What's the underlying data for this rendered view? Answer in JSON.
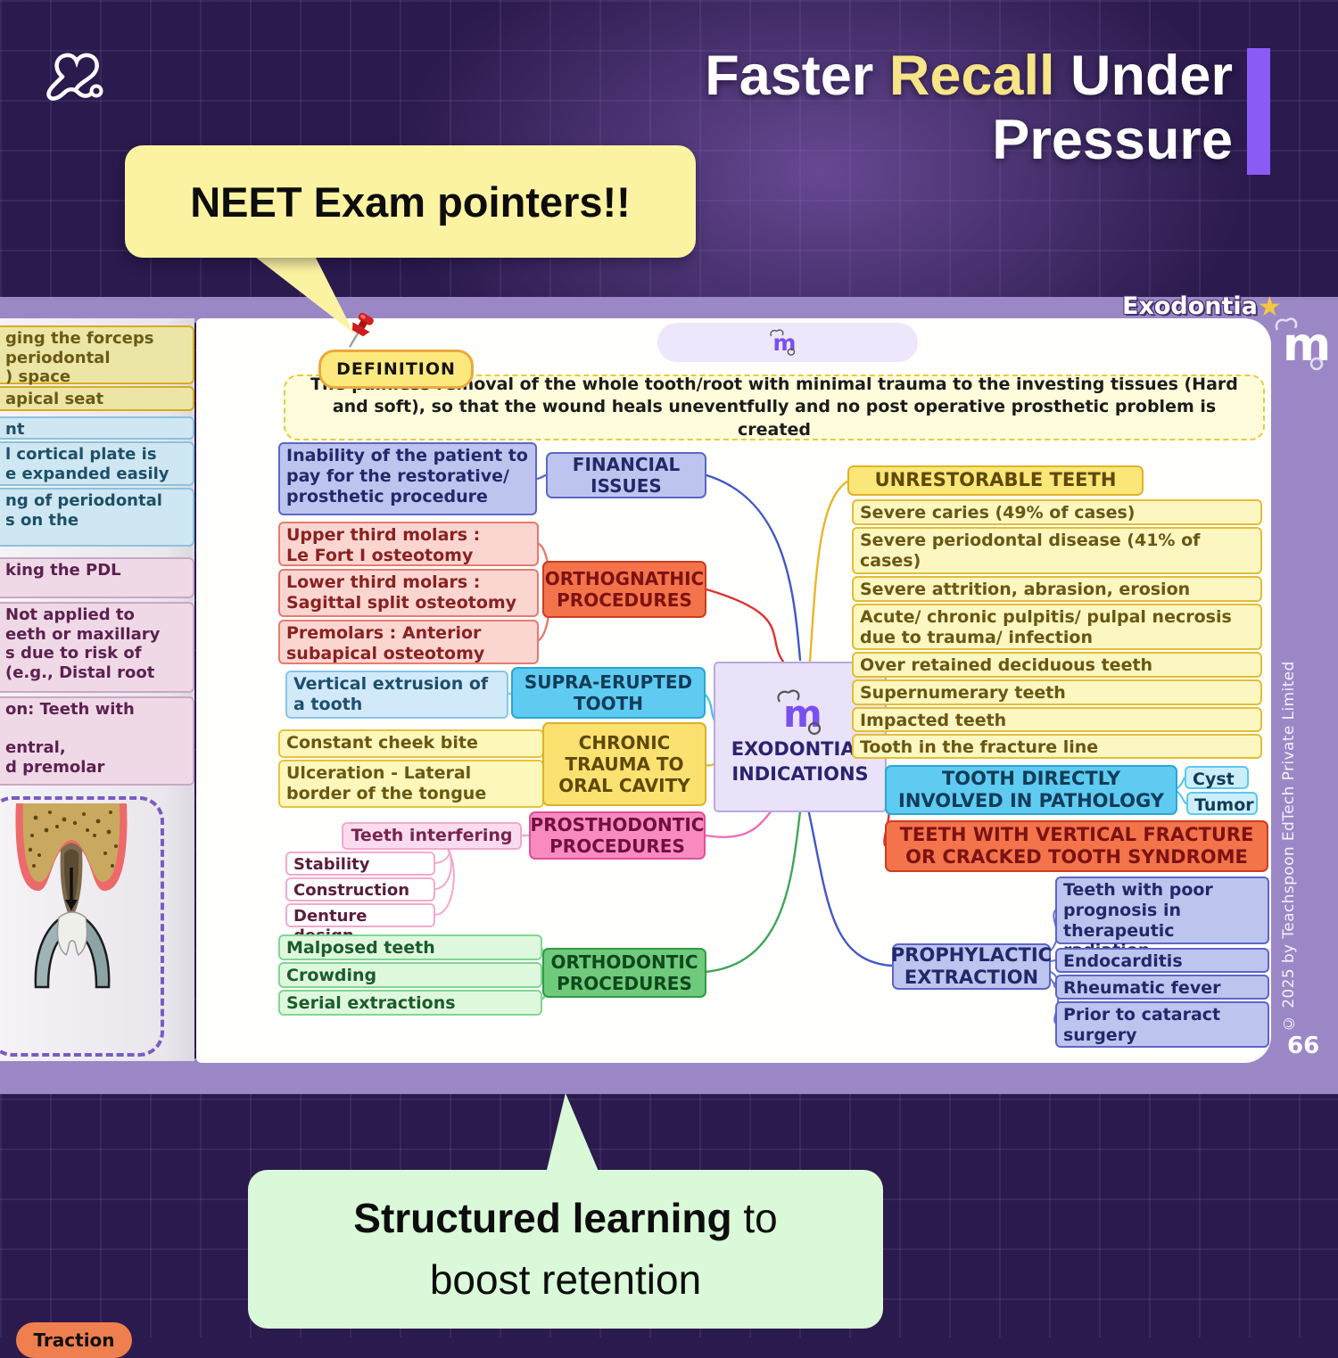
{
  "palette": {
    "accent_purple": "#8a5cf5",
    "highlight_yellow": "#f6e487",
    "frame_purple": "#9c87c6",
    "callout_yellow": "#fcf3a2",
    "callout_green": "#d9f9d9"
  },
  "header": {
    "title_pre": "Faster ",
    "title_highlight": "Recall",
    "title_post": " Under",
    "title_line2": "Pressure"
  },
  "callout_top": {
    "text": "NEET Exam pointers!!"
  },
  "callout_bottom": {
    "bold": "Structured learning",
    "rest": " to",
    "line2": "boost retention"
  },
  "page": {
    "tab_label": "Exodontia",
    "tab_star": "★",
    "title_pill": "EXODONTIA",
    "copyright": "© 2025 by Teachspoon EdTech Private Limited",
    "page_number": "66"
  },
  "map": {
    "definition": {
      "label": "DEFINITION",
      "text": "The painless removal of the whole tooth/root with minimal trauma to the investing tissues (Hard and soft), so that the wound heals uneventfully and no post operative prosthetic problem is created"
    },
    "center": {
      "line1": "EXODONTIA :",
      "line2": "INDICATIONS"
    },
    "financial": {
      "topic": "FINANCIAL ISSUES",
      "items": [
        "Inability of the patient to pay for the restorative/ prosthetic procedure"
      ]
    },
    "orthognathic": {
      "topic": "ORTHOGNATHIC PROCEDURES",
      "items": [
        "Upper third molars :\nLe Fort I osteotomy",
        "Lower third molars :\nSagittal split osteotomy",
        "Premolars : Anterior\nsubapical osteotomy"
      ]
    },
    "supra": {
      "topic": "SUPRA-ERUPTED TOOTH",
      "items": [
        "Vertical extrusion of a tooth"
      ]
    },
    "chronic": {
      "topic": "CHRONIC TRAUMA TO ORAL CAVITY",
      "items": [
        "Constant cheek bite",
        "Ulceration - Lateral border of the tongue"
      ]
    },
    "prosthodontic": {
      "topic": "PROSTHODONTIC PROCEDURES",
      "items": [
        "Teeth interfering"
      ],
      "subitems": [
        "Stability",
        "Construction",
        "Denture design"
      ]
    },
    "orthodontic": {
      "topic": "ORTHODONTIC PROCEDURES",
      "items": [
        "Malposed teeth",
        "Crowding",
        "Serial extractions"
      ]
    },
    "unrestorable": {
      "topic": "UNRESTORABLE TEETH",
      "items": [
        "Severe caries (49% of cases)",
        "Severe periodontal disease (41% of cases)",
        "Severe attrition, abrasion, erosion",
        "Acute/ chronic pulpitis/ pulpal necrosis due to trauma/ infection",
        "Over retained deciduous teeth",
        "Supernumerary teeth",
        "Impacted teeth",
        "Tooth in the fracture line"
      ]
    },
    "pathology": {
      "topic": "TOOTH DIRECTLY INVOLVED IN PATHOLOGY",
      "items": [
        "Cyst",
        "Tumor"
      ]
    },
    "fracture": {
      "topic": "TEETH WITH VERTICAL FRACTURE OR CRACKED TOOTH SYNDROME"
    },
    "prophylactic": {
      "topic": "PROPHYLACTIC EXTRACTION",
      "items": [
        "Teeth with poor prognosis in therapeutic radiation",
        "Endocarditis",
        "Rheumatic fever",
        "Prior to cataract surgery"
      ]
    }
  },
  "sidebar": {
    "fragments": [
      "ging the forceps\nperiodontal\n) space",
      "apical seat",
      "nt",
      "l cortical plate is\ne expanded easily",
      "ng of periodontal\ns on the",
      "king the PDL",
      "Not applied to\neeth or maxillary\ns due to risk of\n(e.g., Distal root",
      "on: Teeth with\n\nentral,\nd premolar"
    ],
    "traction_label": "Traction"
  }
}
